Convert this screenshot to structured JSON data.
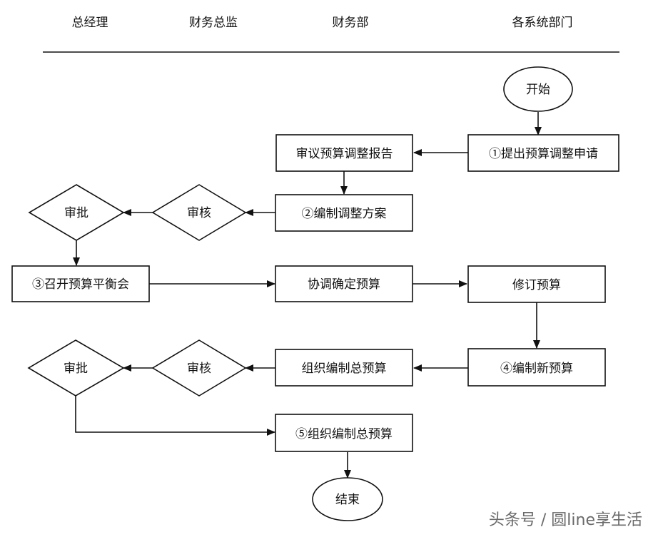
{
  "lanes": [
    "总经理",
    "财务总监",
    "财务部",
    "各系统部门"
  ],
  "nodes": {
    "start": "开始",
    "apply": "①提出预算调整申请",
    "review_report": "审议预算调整报告",
    "compile_plan": "②编制调整方案",
    "check1": "审核",
    "approve1": "审批",
    "meeting": "③召开预算平衡会",
    "coordinate": "协调确定预算",
    "revise": "修订预算",
    "new_budget": "④编制新预算",
    "org_total": "组织编制总预算",
    "check2": "审核",
    "approve2": "审批",
    "final_total": "⑤组织编制总预算",
    "end": "结束"
  },
  "watermark": "头条号 / 圆line享生活"
}
